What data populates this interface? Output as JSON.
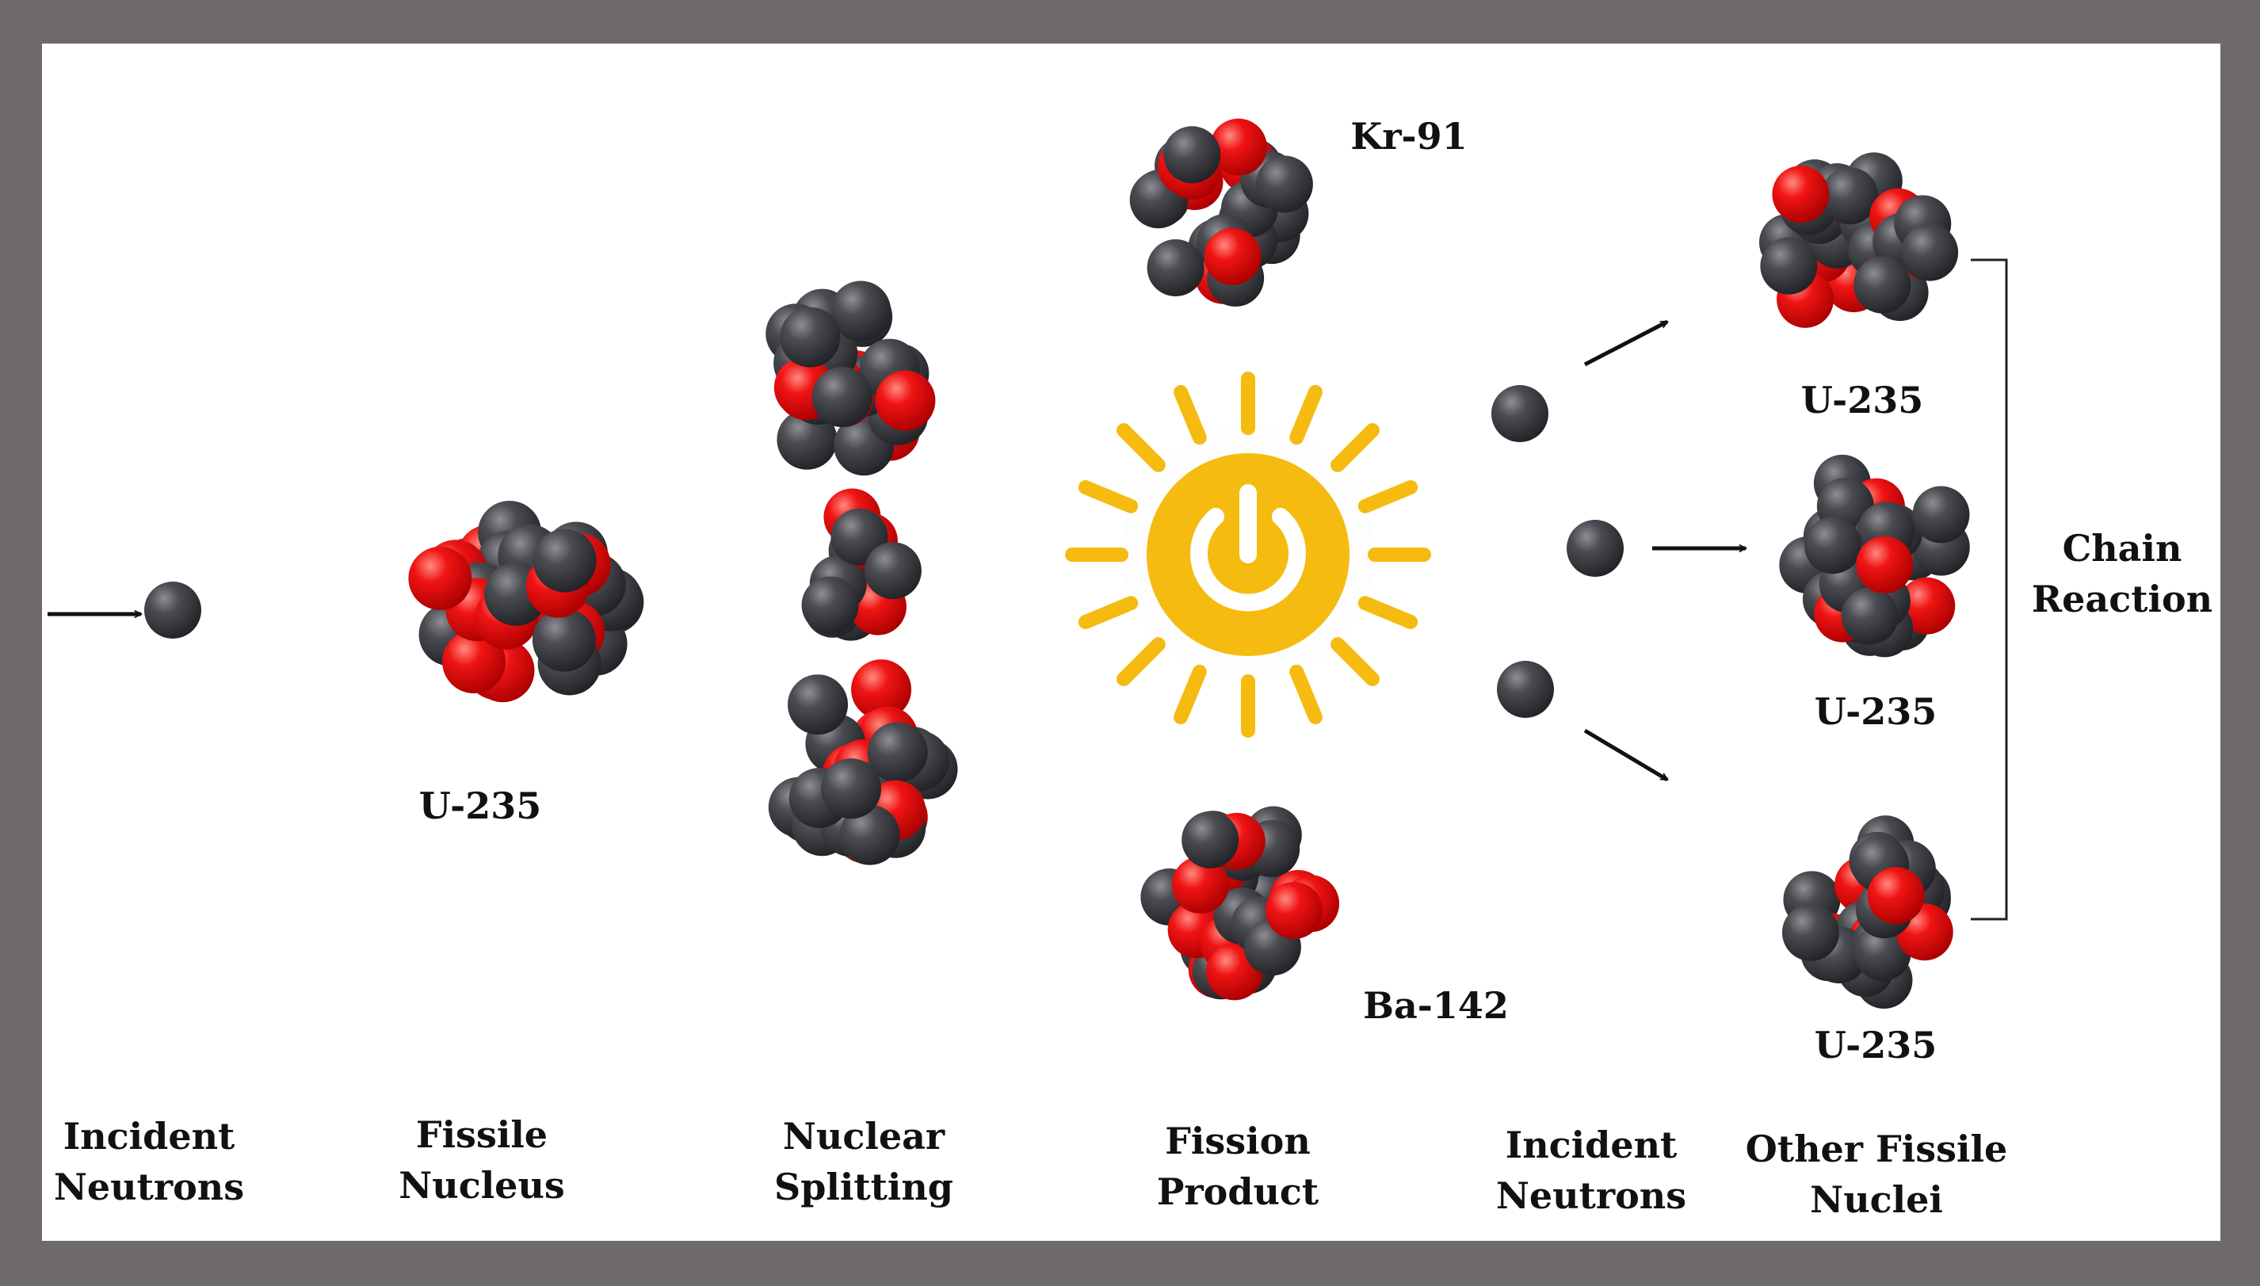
{
  "colors": {
    "frame": "#6e6a69",
    "background": "#ffffff",
    "neutron": "#3a3c40",
    "proton": "#e80f10",
    "energy": "#f6bb10",
    "arrow": "#111111"
  },
  "icons": {
    "energy": "power-sun-icon",
    "neutron": "neutron-sphere-icon",
    "proton": "proton-sphere-icon"
  },
  "stages": {
    "incident_neutrons_1": {
      "line1": "Incident",
      "line2": "Neutrons"
    },
    "fissile_nucleus": {
      "line1": "Fissile",
      "line2": "Nucleus"
    },
    "nuclear_splitting": {
      "line1": "Nuclear",
      "line2": "Splitting"
    },
    "fission_product": {
      "line1": "Fission",
      "line2": "Product"
    },
    "incident_neutrons_2": {
      "line1": "Incident",
      "line2": "Neutrons"
    },
    "other_fissile_nuclei": {
      "line1": "Other Fissile",
      "line2": "Nuclei"
    }
  },
  "isotopes": {
    "u235_main": "U-235",
    "kr91": "Kr-91",
    "ba142": "Ba-142",
    "u235_top": "U-235",
    "u235_mid": "U-235",
    "u235_bottom": "U-235"
  },
  "chain_reaction": {
    "line1": "Chain",
    "line2": "Reaction"
  }
}
